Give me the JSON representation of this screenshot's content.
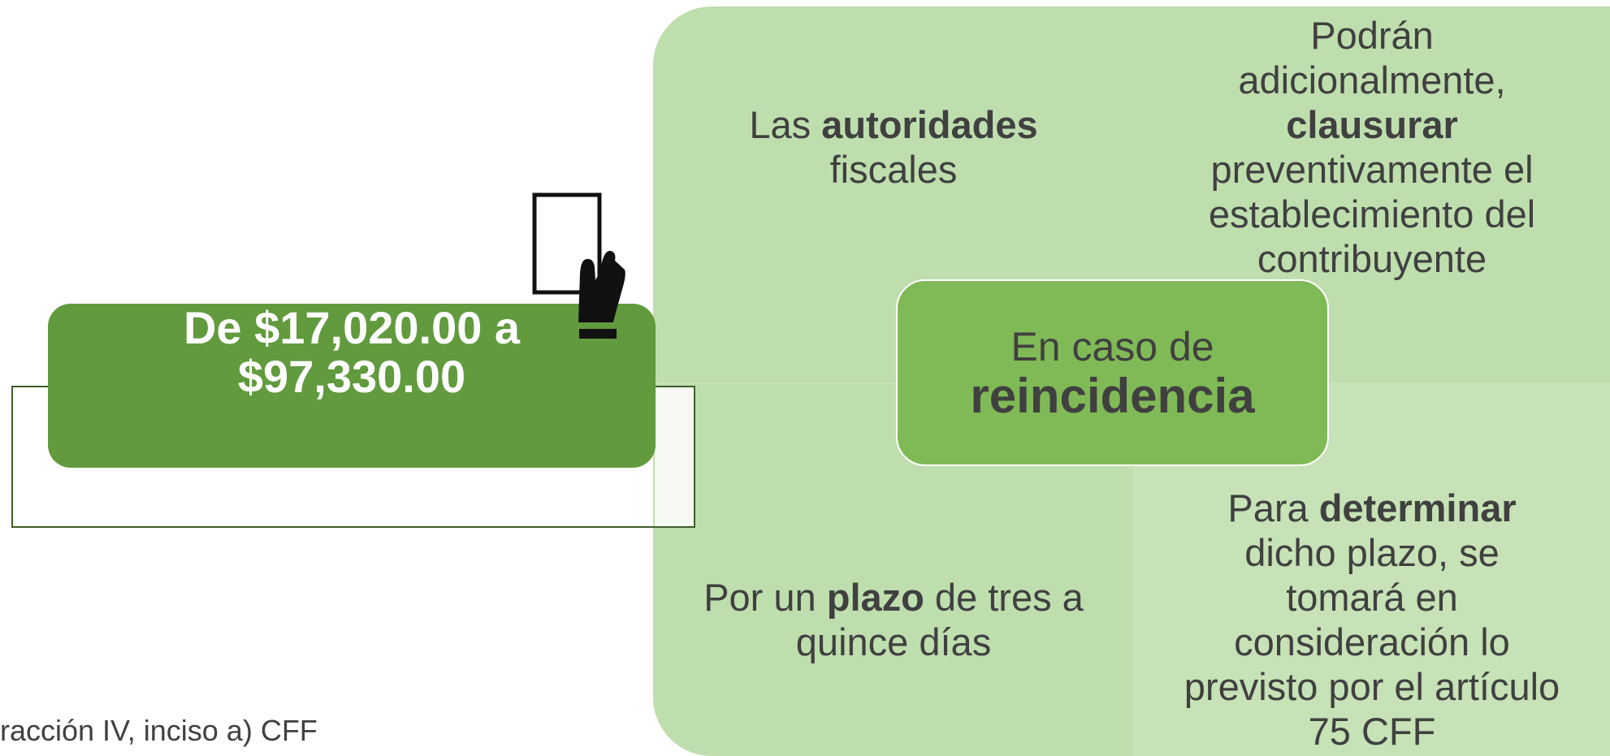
{
  "quadrants": {
    "top_left": {
      "pre": "Las ",
      "bold": "autoridades",
      "post": "fiscales"
    },
    "top_right": {
      "line1": "Podrán",
      "line2": "adicionalmente,",
      "bold": "clausurar",
      "line4": "preventivamente el",
      "line5": "establecimiento del",
      "line6": "contribuyente"
    },
    "bottom_left": {
      "pre": "Por un ",
      "bold": "plazo",
      "post": " de tres a",
      "line2": "quince días"
    },
    "bottom_right": {
      "pre": "Para ",
      "bold": "determinar",
      "line2": "dicho plazo, se",
      "line3": "tomará en",
      "line4": "consideración lo",
      "line5": "previsto por el artículo",
      "line6": "75 CFF"
    }
  },
  "center": {
    "line1": "En caso de",
    "line2": "reincidencia"
  },
  "amount": {
    "line1": "De $17,020.00 a",
    "line2": "$97,330.00"
  },
  "footer": {
    "text": "racción IV, inciso a) CFF"
  },
  "icons": {
    "card": "hand-holding-card-icon"
  },
  "colors": {
    "quadrant_bg": "#bfdeae",
    "center_bg": "#80ba56",
    "amount_bg": "#629a3e",
    "text": "#404040"
  }
}
